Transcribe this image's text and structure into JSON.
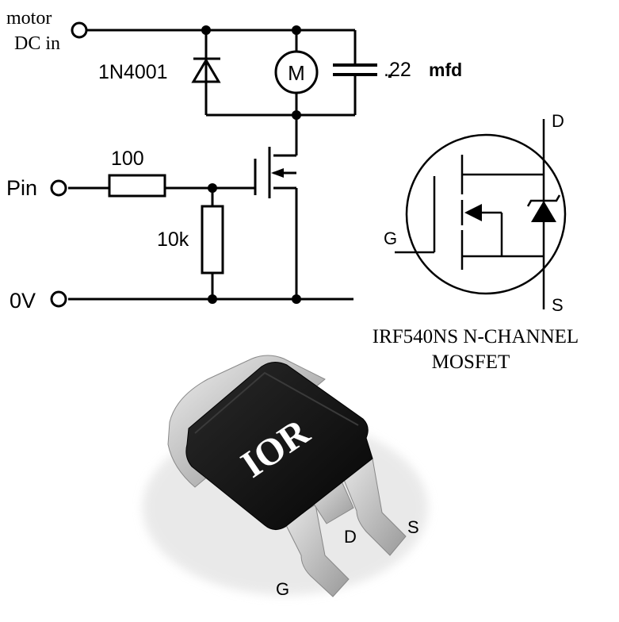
{
  "circuit": {
    "motor_in_line1": "motor",
    "motor_in_line2": "DC in",
    "diode_label": "1N4001",
    "motor_symbol": "M",
    "cap_label_value": ".22",
    "cap_label_unit": "mfd",
    "resistor_series": "100",
    "resistor_pulldown": "10k",
    "pin_label": "Pin",
    "ground_label": "0V"
  },
  "mosfet_symbol": {
    "drain": "D",
    "gate": "G",
    "source": "S",
    "caption_line1": "IRF540NS N-CHANNEL",
    "caption_line2": "MOSFET"
  },
  "package": {
    "logo_text": "IOR",
    "pin_gate": "G",
    "pin_drain": "D",
    "pin_source": "S"
  },
  "colors": {
    "ink": "#000000",
    "package_body": "#111111",
    "package_metal": "#c9c9c9"
  }
}
